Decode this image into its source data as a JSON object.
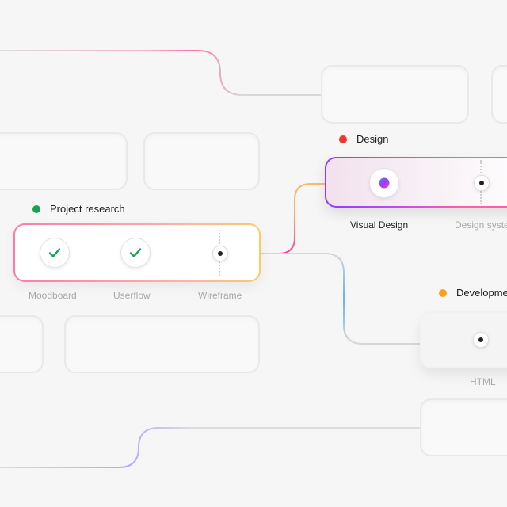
{
  "colors": {
    "accent_pink": "#ff4f9a",
    "accent_orange": "#ffb86b",
    "accent_purple": "#8b3dff",
    "accent_blue": "#4a9cf5",
    "check_green": "#1aa152",
    "dot_green": "#1aa152",
    "dot_red": "#f5342e",
    "dot_orange": "#ff9f1a"
  },
  "nodes": {
    "project_research": {
      "title": "Project research",
      "steps": [
        {
          "label": "Moodboard",
          "status": "done",
          "icon": "check-icon"
        },
        {
          "label": "Userflow",
          "status": "done",
          "icon": "check-icon"
        },
        {
          "label": "Wireframe",
          "status": "pending",
          "icon": "dot-icon"
        }
      ]
    },
    "design": {
      "title": "Design",
      "steps": [
        {
          "label": "Visual Design",
          "status": "active",
          "icon": "gradient-dot-icon"
        },
        {
          "label": "Design syste",
          "status": "pending",
          "icon": "dot-icon"
        }
      ]
    },
    "development": {
      "title": "Developmer",
      "steps": [
        {
          "label": "HTML",
          "status": "pending",
          "icon": "dot-icon"
        }
      ]
    }
  }
}
